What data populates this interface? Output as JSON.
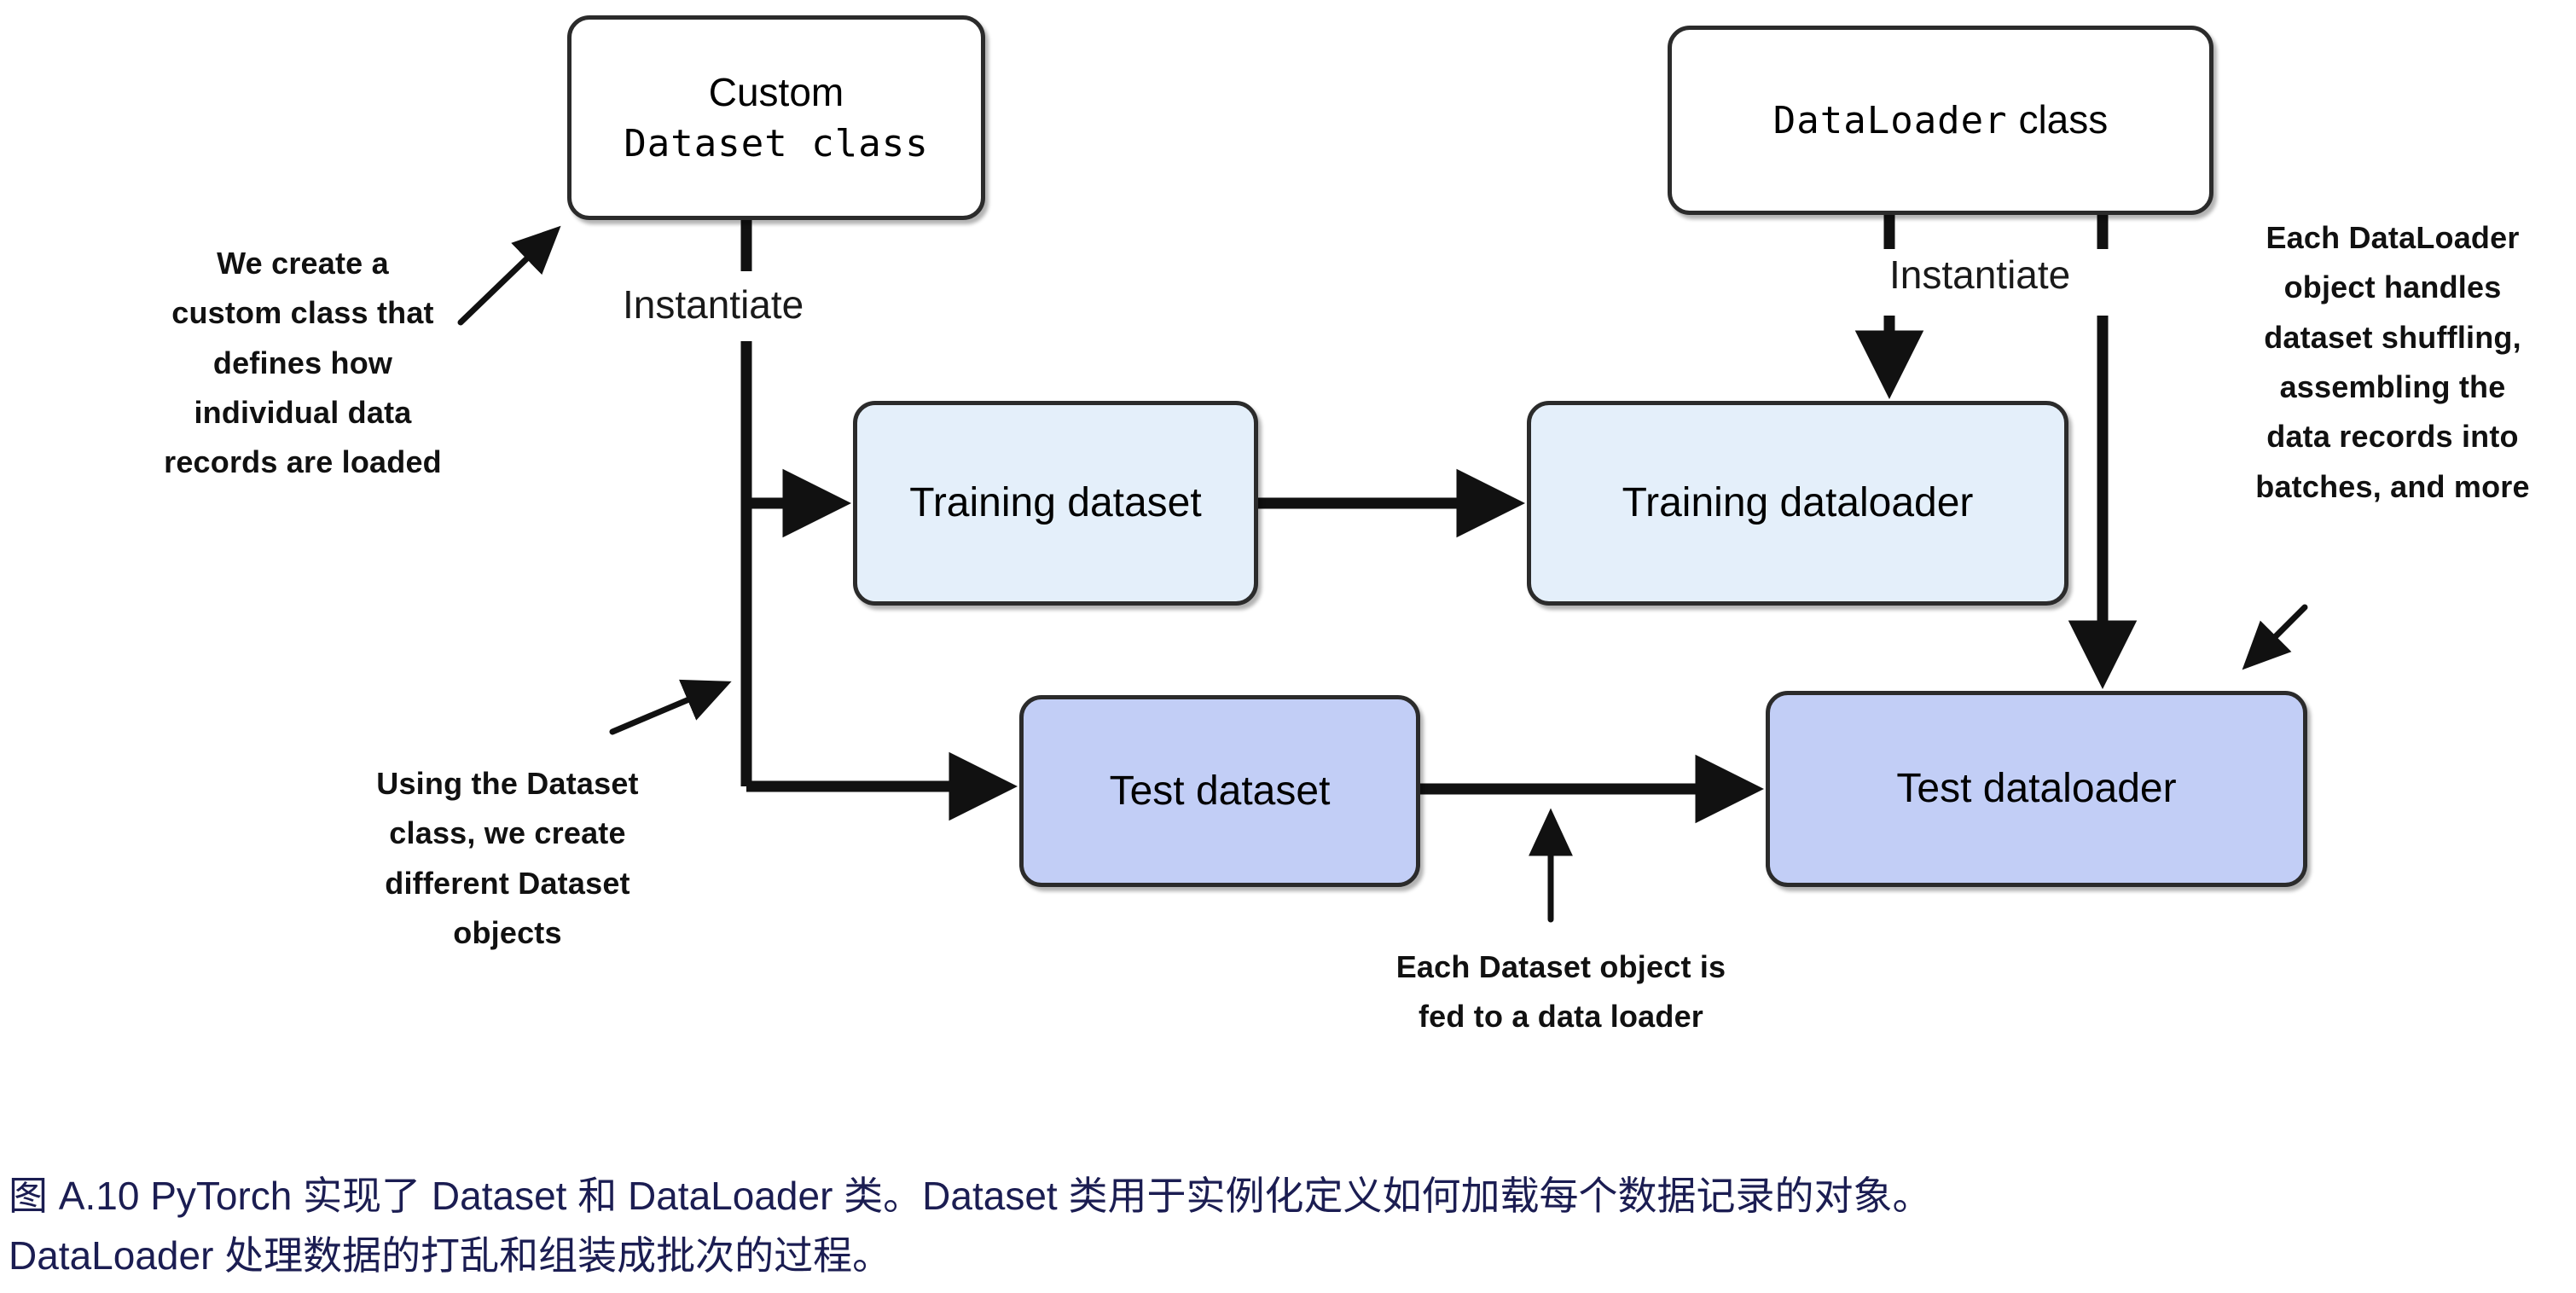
{
  "diagram": {
    "nodes": {
      "custom_dataset_class": {
        "line1": "Custom",
        "line2": "Dataset class"
      },
      "dataloader_class": {
        "line1": "DataLoader",
        "line2": "class"
      },
      "training_dataset": {
        "label": "Training dataset"
      },
      "training_dataloader": {
        "label": "Training dataloader"
      },
      "test_dataset": {
        "label": "Test dataset"
      },
      "test_dataloader": {
        "label": "Test dataloader"
      }
    },
    "connector_labels": {
      "instantiate_left": "Instantiate",
      "instantiate_right": "Instantiate"
    },
    "annotations": {
      "custom_class": "We create a\ncustom class that\ndefines how\nindividual data\nrecords are loaded",
      "dataset_objects": "Using the Dataset\nclass, we create\ndifferent Dataset\nobjects",
      "dataloader_object": "Each DataLoader\nobject handles\ndataset shuffling,\nassembling the\ndata records into\nbatches, and more",
      "dataset_fed": "Each Dataset object is\nfed to a data loader"
    },
    "colors": {
      "stroke": "#2b2b2b",
      "node_white": "#ffffff",
      "node_light_blue": "#e4effa",
      "node_periwinkle": "#c2cef6",
      "caption_text": "#1b1d52",
      "annotation_text": "#111111"
    }
  },
  "caption": {
    "line1": "图 A.10 PyTorch 实现了 Dataset 和 DataLoader 类。Dataset 类用于实例化定义如何加载每个数据记录的对象。",
    "line2": "DataLoader 处理数据的打乱和组装成批次的过程。"
  }
}
